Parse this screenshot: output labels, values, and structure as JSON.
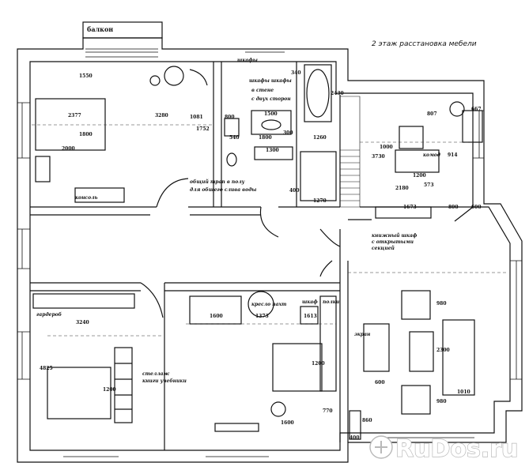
{
  "title": "2 этаж расстановка мебели",
  "labels": {
    "balcony": "балкон",
    "wardrobe_top": "шкафы",
    "upper_cabinets": "шкафы шкафы",
    "niche": "в стене",
    "mirror_cabinets": "с двух сторон",
    "shower_pipe": "общий трап в полу",
    "shower_pipe2": "для общего слива воды",
    "console": "консоль",
    "armchair": "кресло",
    "desk_label": "комод",
    "bookcase": "книжный шкаф",
    "bookcase2": "с открытыми",
    "bookcase3": "секцией",
    "dresser": "гардероб",
    "shelving": "стеллаж",
    "shelving2": "книги учебники",
    "chair_label": "кресло пахт",
    "wardrobe2": "шкаф",
    "shelf": "полки",
    "tv": "экран"
  },
  "dimensions": {
    "d1550": "1550",
    "d2377": "2377",
    "d3280": "3280",
    "d1800a": "1800",
    "d2000": "2000",
    "d1081": "1081",
    "d1752": "1752",
    "d800": "800",
    "d1500": "1500",
    "d340": "340",
    "d2430": "2430",
    "d1800b": "1800",
    "d300": "300",
    "d1260": "1260",
    "d1300": "1300",
    "d540": "540",
    "d400": "400",
    "d1270": "1270",
    "d667": "667",
    "d807": "807",
    "d1000": "1000",
    "d3730": "3730",
    "d914": "914",
    "d1200a": "1200",
    "d573": "573",
    "d2180": "2180",
    "d1673": "1673",
    "d800b": "800",
    "d600": "600",
    "d3240": "3240",
    "d1600a": "1600",
    "d1373": "1373",
    "d1613": "1613",
    "d4825": "4825",
    "d1200b": "1200",
    "d1200c": "1200",
    "d1600b": "1600",
    "d770": "770",
    "d980a": "980",
    "d2300": "2300",
    "d600b": "600",
    "d980b": "980",
    "d1010": "1010",
    "d860": "860",
    "d400b": "400"
  },
  "watermark": "RuDos.ru"
}
